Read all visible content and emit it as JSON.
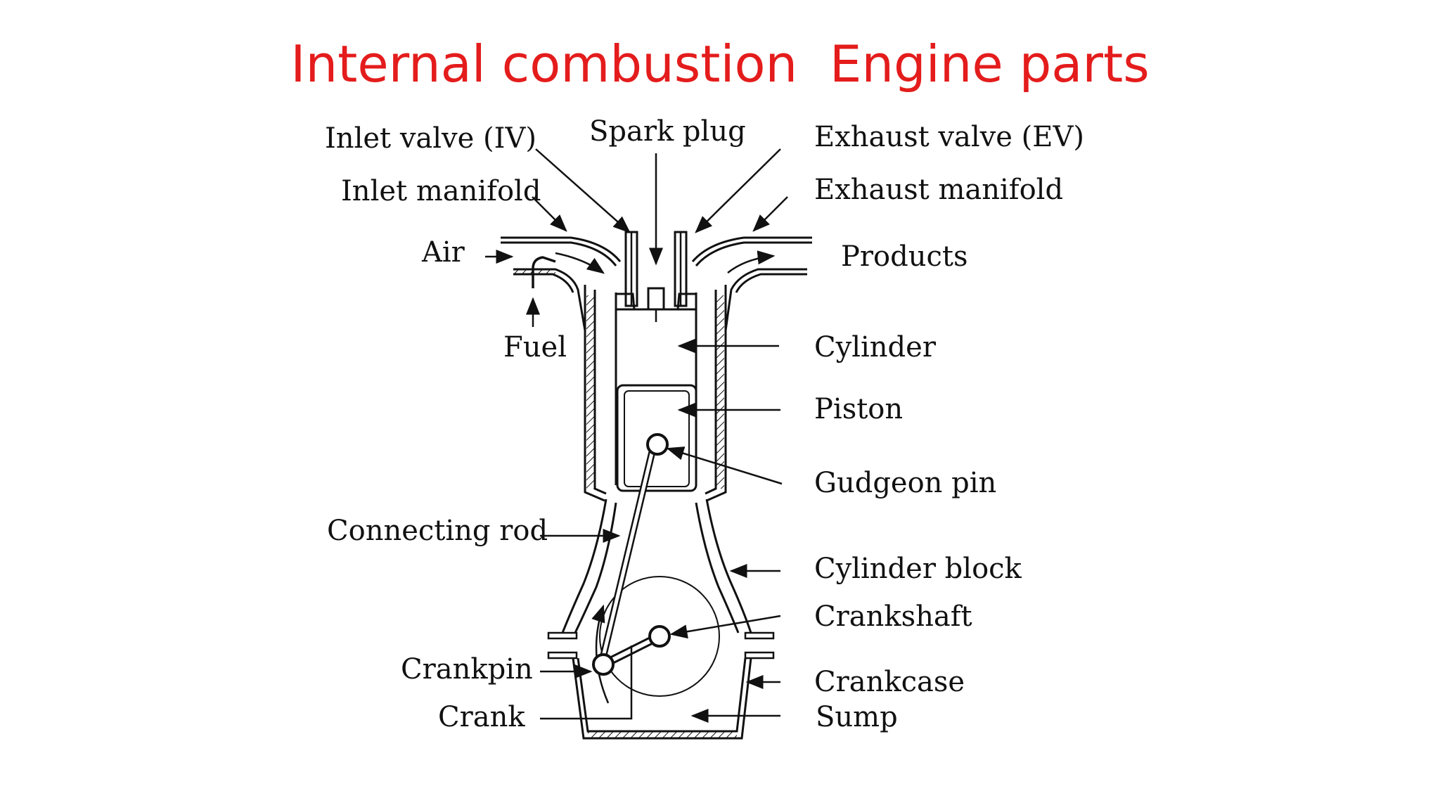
{
  "title": "Internal combustion  Engine parts",
  "colors": {
    "title": "#e41c1c",
    "ink": "#111111",
    "background": "#ffffff"
  },
  "labels": {
    "inlet_valve": "Inlet valve (IV)",
    "spark_plug": "Spark plug",
    "exhaust_valve": "Exhaust valve (EV)",
    "inlet_manifold": "Inlet manifold",
    "exhaust_manifold": "Exhaust manifold",
    "air": "Air",
    "products": "Products",
    "fuel": "Fuel",
    "cylinder": "Cylinder",
    "piston": "Piston",
    "gudgeon_pin": "Gudgeon pin",
    "connecting_rod": "Connecting rod",
    "cylinder_block": "Cylinder block",
    "crankshaft": "Crankshaft",
    "crankpin": "Crankpin",
    "crankcase": "Crankcase",
    "crank": "Crank",
    "sump": "Sump"
  }
}
